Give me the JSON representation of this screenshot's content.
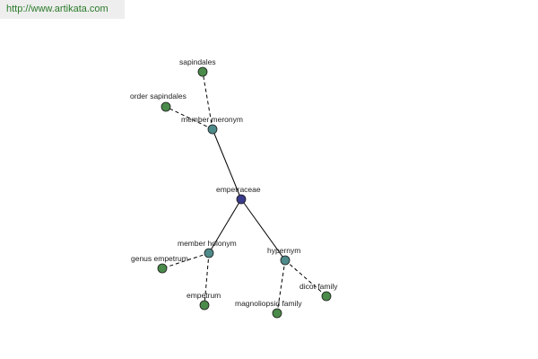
{
  "header": {
    "url": "http://www.artikata.com"
  },
  "colors": {
    "root": "#3a3a8a",
    "relation": "#4f8a8a",
    "leaf": "#4a8a4a",
    "url_text": "#2a7a2a"
  },
  "graph": {
    "nodes": [
      {
        "id": "empetraceae",
        "label": "empetraceae",
        "kind": "root"
      },
      {
        "id": "member-meronym",
        "label": "member meronym",
        "kind": "relation"
      },
      {
        "id": "sapindales",
        "label": "sapindales",
        "kind": "leaf"
      },
      {
        "id": "order-sapindales",
        "label": "order sapindales",
        "kind": "leaf"
      },
      {
        "id": "member-holonym",
        "label": "member holonym",
        "kind": "relation"
      },
      {
        "id": "genus-empetrum",
        "label": "genus empetrum",
        "kind": "leaf"
      },
      {
        "id": "empetrum",
        "label": "empetrum",
        "kind": "leaf"
      },
      {
        "id": "hypernym",
        "label": "hypernym",
        "kind": "relation"
      },
      {
        "id": "magnoliopsid-family",
        "label": "magnoliopsid family",
        "kind": "leaf"
      },
      {
        "id": "dicot-family",
        "label": "dicot family",
        "kind": "leaf"
      }
    ],
    "edges": [
      {
        "from": "empetraceae",
        "to": "member-meronym",
        "style": "solid"
      },
      {
        "from": "empetraceae",
        "to": "member-holonym",
        "style": "solid"
      },
      {
        "from": "empetraceae",
        "to": "hypernym",
        "style": "solid"
      },
      {
        "from": "member-meronym",
        "to": "sapindales",
        "style": "dashed"
      },
      {
        "from": "member-meronym",
        "to": "order-sapindales",
        "style": "dashed"
      },
      {
        "from": "member-holonym",
        "to": "genus-empetrum",
        "style": "dashed"
      },
      {
        "from": "member-holonym",
        "to": "empetrum",
        "style": "dashed"
      },
      {
        "from": "hypernym",
        "to": "magnoliopsid-family",
        "style": "dashed"
      },
      {
        "from": "hypernym",
        "to": "dicot-family",
        "style": "dashed"
      }
    ]
  }
}
